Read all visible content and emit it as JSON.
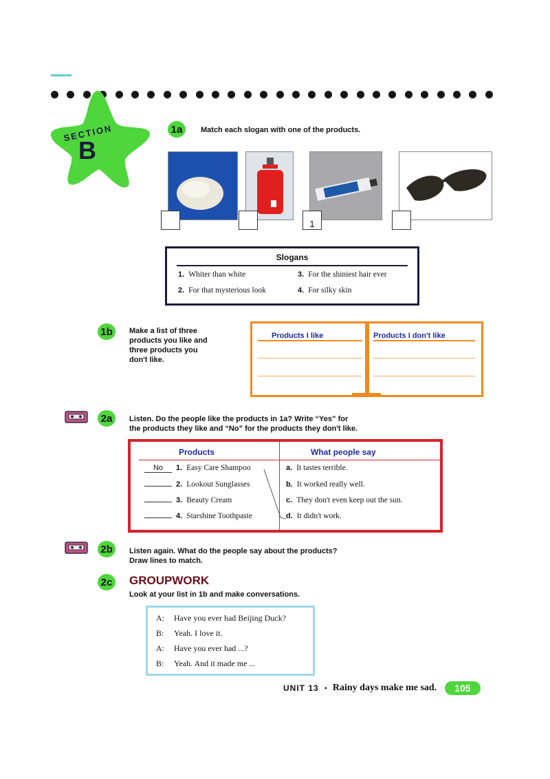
{
  "section": {
    "label": "SECTION",
    "letter": "B"
  },
  "ex1a": {
    "badge": "1a",
    "instruction": "Match each slogan with one of the products.",
    "boxes": [
      "",
      "",
      "1",
      ""
    ]
  },
  "slogans": {
    "title": "Slogans",
    "items": [
      {
        "num": "1.",
        "text": "Whiter than white"
      },
      {
        "num": "3.",
        "text": "For the shiniest hair ever"
      },
      {
        "num": "2.",
        "text": "For that mysterious look"
      },
      {
        "num": "4.",
        "text": "For silky skin"
      }
    ]
  },
  "ex1b": {
    "badge": "1b",
    "instruction": [
      "Make a list of three",
      "products you like and",
      "three products you",
      "don't like."
    ],
    "col1": "Products I like",
    "col2": "Products I don't like"
  },
  "ex2a": {
    "badge": "2a",
    "instruction": [
      "Listen. Do the people like the products in 1a? Write “Yes” for",
      "the products they like and “No” for the products they don't like."
    ],
    "col1": "Products",
    "col2": "What people say",
    "products": [
      {
        "answer": "No",
        "num": "1.",
        "name": "Easy Care Shampoo"
      },
      {
        "answer": "",
        "num": "2.",
        "name": "Lookout Sunglasses"
      },
      {
        "answer": "",
        "num": "3.",
        "name": "Beauty Cream"
      },
      {
        "answer": "",
        "num": "4.",
        "name": "Starshine Toothpaste"
      }
    ],
    "says": [
      {
        "letter": "a.",
        "text": "It tastes terrible."
      },
      {
        "letter": "b.",
        "text": "It worked really well."
      },
      {
        "letter": "c.",
        "text": "They don't even keep out the sun."
      },
      {
        "letter": "d.",
        "text": "It didn't work."
      }
    ]
  },
  "ex2b": {
    "badge": "2b",
    "instruction": [
      "Listen again. What do the people say about the products?",
      "Draw lines to match."
    ]
  },
  "ex2c": {
    "badge": "2c",
    "title": "GROUPWORK",
    "instruction": "Look at your list in 1b and make conversations.",
    "lines": [
      {
        "speaker": "A:",
        "text": "Have you ever had Beijing Duck?"
      },
      {
        "speaker": "B:",
        "text": "Yeah. I love it."
      },
      {
        "speaker": "A:",
        "text": "Have you ever had ...?"
      },
      {
        "speaker": "B:",
        "text": "Yeah. And it made me ..."
      }
    ]
  },
  "footer": {
    "unit": "UNIT 13",
    "bullet": "•",
    "title": "Rainy days make me sad.",
    "page": "105"
  },
  "colors": {
    "green": "#4fd63d",
    "orange": "#f08a1a",
    "red": "#d8222a",
    "navy": "#1b1b3a",
    "blue_text": "#1d2a9e",
    "light_blue": "#9fd8ee"
  },
  "icons": [
    "star-badge-icon",
    "cassette-icon"
  ]
}
